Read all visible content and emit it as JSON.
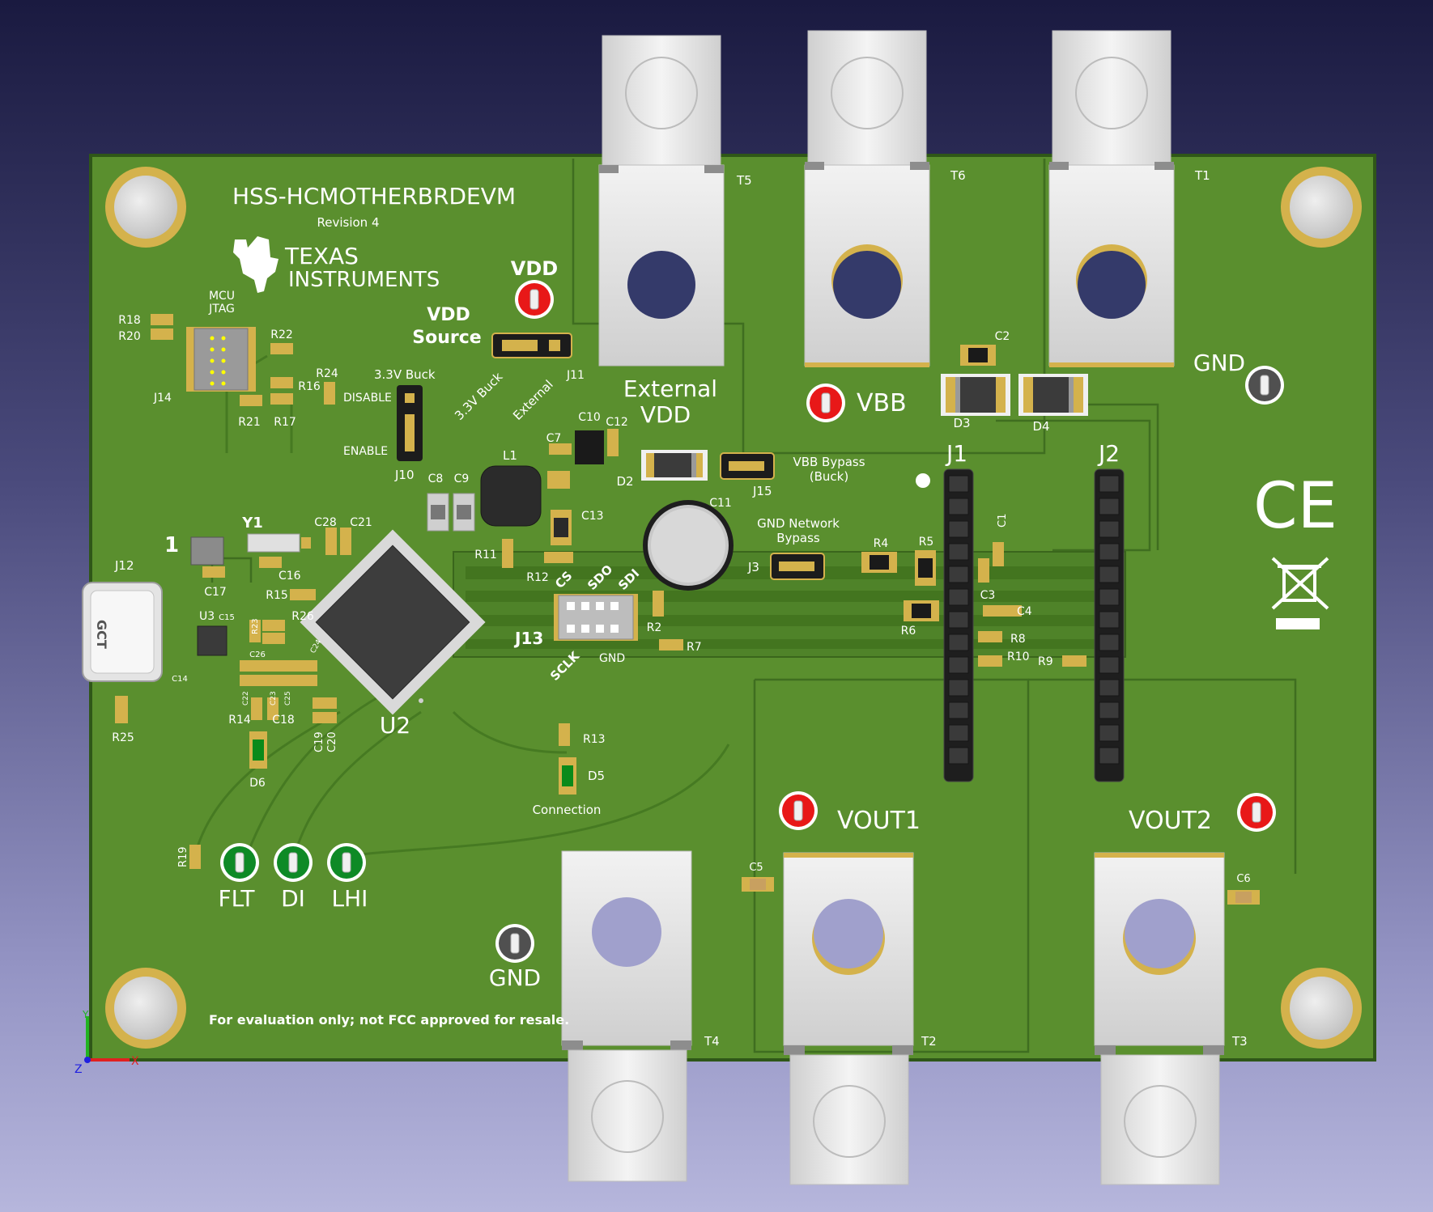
{
  "board": {
    "title": "HSS-HCMOTHERBRDEVM",
    "revision": "Revision 4",
    "brand_line1": "TEXAS",
    "brand_line2": "INSTRUMENTS",
    "disclaimer": "For evaluation only; not FCC approved for resale.",
    "ce_mark": "CE",
    "colors": {
      "pcb": "#5a8f2e",
      "pcb_dark": "#3f6e20",
      "silkscreen": "#ffffff",
      "pad_gold": "#d4b24c",
      "testpoint_red": "#e81818",
      "testpoint_green": "#0e8a26",
      "testpoint_gray": "#505050",
      "terminal_metal": "#dcdcdc"
    }
  },
  "terminals": [
    {
      "ref": "T5"
    },
    {
      "ref": "T6"
    },
    {
      "ref": "T1"
    },
    {
      "ref": "T4"
    },
    {
      "ref": "T2"
    },
    {
      "ref": "T3"
    }
  ],
  "testpoints": [
    {
      "label": "VDD",
      "color": "red"
    },
    {
      "label": "VBB",
      "color": "red"
    },
    {
      "label": "GND",
      "color": "gray"
    },
    {
      "label": "VOUT1",
      "color": "red"
    },
    {
      "label": "VOUT2",
      "color": "red"
    },
    {
      "label": "GND",
      "color": "gray"
    },
    {
      "label": "FLT",
      "color": "green"
    },
    {
      "label": "DI",
      "color": "green"
    },
    {
      "label": "LHI",
      "color": "green"
    }
  ],
  "labels": {
    "vdd_source_1": "VDD",
    "vdd_source_2": "Source",
    "buck_3v3": "3.3V Buck",
    "disable": "DISABLE",
    "enable": "ENABLE",
    "rot_buck": "3.3V Buck",
    "rot_external": "External",
    "external_vdd_1": "External",
    "external_vdd_2": "VDD",
    "vbb_bypass_1": "VBB Bypass",
    "vbb_bypass_2": "(Buck)",
    "gnd_network_1": "GND Network",
    "gnd_network_2": "Bypass",
    "mcu_jtag_1": "MCU",
    "mcu_jtag_2": "JTAG",
    "connection": "Connection",
    "spi_cs": "CS",
    "spi_sdo": "SDO",
    "spi_sdi": "SDI",
    "spi_sclk": "SCLK",
    "spi_gnd": "GND",
    "pin1": "1",
    "usb": "GCT",
    "axis_x": "X",
    "axis_y": "Y",
    "axis_z": "Z"
  },
  "designators": {
    "j1": "J1",
    "j2": "J2",
    "j3": "J3",
    "j10": "J10",
    "j11": "J11",
    "j12": "J12",
    "j13": "J13",
    "j14": "J14",
    "j15": "J15",
    "u2": "U2",
    "u3": "U3",
    "y1": "Y1",
    "l1": "L1",
    "d2": "D2",
    "d3": "D3",
    "d4": "D4",
    "d5": "D5",
    "d6": "D6",
    "c1": "C1",
    "c2": "C2",
    "c3": "C3",
    "c4": "C4",
    "c5": "C5",
    "c6": "C6",
    "c7": "C7",
    "c8": "C8",
    "c9": "C9",
    "c10": "C10",
    "c11": "C11",
    "c12": "C12",
    "c13": "C13",
    "c14": "C14",
    "c15": "C15",
    "c16": "C16",
    "c17": "C17",
    "c18": "C18",
    "c19": "C19",
    "c20": "C20",
    "c21": "C21",
    "c22": "C22",
    "c23": "C23",
    "c24": "C24",
    "c25": "C25",
    "c26": "C26",
    "c28": "C28",
    "r2": "R2",
    "r4": "R4",
    "r5": "R5",
    "r6": "R6",
    "r7": "R7",
    "r8": "R8",
    "r9": "R9",
    "r10": "R10",
    "r11": "R11",
    "r12": "R12",
    "r13": "R13",
    "r14": "R14",
    "r15": "R15",
    "r16": "R16",
    "r17": "R17",
    "r18": "R18",
    "r19": "R19",
    "r20": "R20",
    "r21": "R21",
    "r22": "R22",
    "r23": "R23",
    "r24": "R24",
    "r25": "R25",
    "r26": "R26"
  }
}
